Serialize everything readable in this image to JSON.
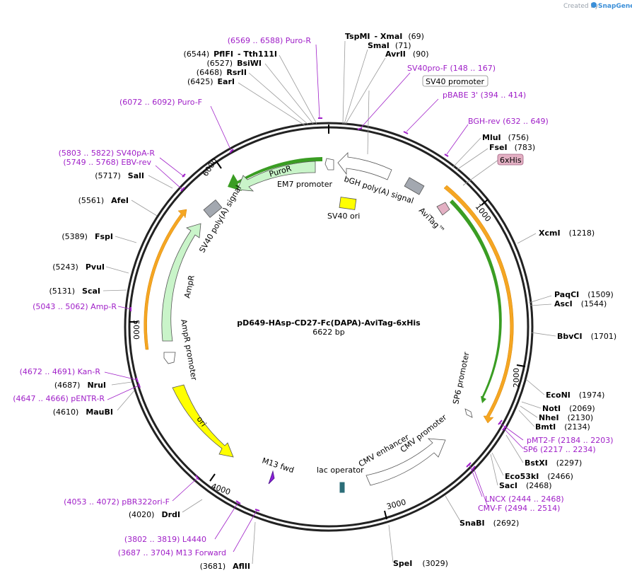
{
  "header": {
    "watermark_prefix": "Created by",
    "watermark_brand": "SnapGene"
  },
  "plasmid": {
    "name": "pD649-HAsp-CD27-Fc(DAPA)-AviTag-6xHis",
    "size": "6622 bp"
  },
  "ticks": [
    "1000",
    "2000",
    "3000",
    "4000",
    "5000",
    "6000"
  ],
  "enzymes": [
    {
      "pre": "",
      "name": "TspMI",
      "mid": "- XmaI",
      "pos": "(69)"
    },
    {
      "pre": "",
      "name": "SmaI",
      "mid": "",
      "pos": "(71)"
    },
    {
      "pre": "",
      "name": "AvrII",
      "mid": "",
      "pos": "(90)"
    },
    {
      "pre": "(6544)",
      "name": "PflFI",
      "mid": "- Tth111I",
      "pos": ""
    },
    {
      "pre": "(6527)",
      "name": "BsiWI",
      "mid": "",
      "pos": ""
    },
    {
      "pre": "(6468)",
      "name": "RsrII",
      "mid": "",
      "pos": ""
    },
    {
      "pre": "(6425)",
      "name": "EarI",
      "mid": "",
      "pos": ""
    },
    {
      "pre": "",
      "name": "MluI",
      "mid": "",
      "pos": "(756)"
    },
    {
      "pre": "",
      "name": "FseI",
      "mid": "",
      "pos": "(783)"
    },
    {
      "pre": "",
      "name": "XcmI",
      "mid": "",
      "pos": "(1218)"
    },
    {
      "pre": "",
      "name": "PaqCI",
      "mid": "",
      "pos": "(1509)"
    },
    {
      "pre": "",
      "name": "AscI",
      "mid": "",
      "pos": "(1544)"
    },
    {
      "pre": "",
      "name": "BbvCI",
      "mid": "",
      "pos": "(1701)"
    },
    {
      "pre": "",
      "name": "EcoNI",
      "mid": "",
      "pos": "(1974)"
    },
    {
      "pre": "",
      "name": "NotI",
      "mid": "",
      "pos": "(2069)"
    },
    {
      "pre": "",
      "name": "NheI",
      "mid": "",
      "pos": "(2130)"
    },
    {
      "pre": "",
      "name": "BmtI",
      "mid": "",
      "pos": "(2134)"
    },
    {
      "pre": "",
      "name": "BstXI",
      "mid": "",
      "pos": "(2297)"
    },
    {
      "pre": "",
      "name": "Eco53kI",
      "mid": "",
      "pos": "(2466)"
    },
    {
      "pre": "",
      "name": "SacI",
      "mid": "",
      "pos": "(2468)"
    },
    {
      "pre": "",
      "name": "SnaBI",
      "mid": "",
      "pos": "(2692)"
    },
    {
      "pre": "",
      "name": "SpeI",
      "mid": "",
      "pos": "(3029)"
    },
    {
      "pre": "(3681)",
      "name": "AflII",
      "mid": "",
      "pos": ""
    },
    {
      "pre": "(4020)",
      "name": "DrdI",
      "mid": "",
      "pos": ""
    },
    {
      "pre": "(4610)",
      "name": "MauBI",
      "mid": "",
      "pos": ""
    },
    {
      "pre": "(4687)",
      "name": "NruI",
      "mid": "",
      "pos": ""
    },
    {
      "pre": "(5131)",
      "name": "ScaI",
      "mid": "",
      "pos": ""
    },
    {
      "pre": "(5243)",
      "name": "PvuI",
      "mid": "",
      "pos": ""
    },
    {
      "pre": "(5389)",
      "name": "FspI",
      "mid": "",
      "pos": ""
    },
    {
      "pre": "(5561)",
      "name": "AfeI",
      "mid": "",
      "pos": ""
    },
    {
      "pre": "(5717)",
      "name": "SalI",
      "mid": "",
      "pos": ""
    }
  ],
  "primers": [
    {
      "text": "(6569 .. 6588)  Puro-R"
    },
    {
      "text": "SV40pro-F    (148 .. 167)"
    },
    {
      "text": "pBABE 3'    (394 .. 414)"
    },
    {
      "text": "(6072 .. 6092)  Puro-F"
    },
    {
      "text": "BGH-rev    (632 .. 649)"
    },
    {
      "text": "(5803 .. 5822)  SV40pA-R"
    },
    {
      "text": "(5749 .. 5768)  EBV-rev"
    },
    {
      "text": "(5043 .. 5062)  Amp-R"
    },
    {
      "text": "(4672 .. 4691)  Kan-R"
    },
    {
      "text": "(4647 .. 4666)  pENTR-R"
    },
    {
      "text": "pMT2-F    (2184 .. 2203)"
    },
    {
      "text": "SP6    (2217 .. 2234)"
    },
    {
      "text": "LNCX    (2444 .. 2468)"
    },
    {
      "text": "CMV-F    (2494 .. 2514)"
    },
    {
      "text": "(4053 .. 4072)  pBR322ori-F"
    },
    {
      "text": "(3802 .. 3819)  L4440"
    },
    {
      "text": "(3687 .. 3704)  M13 Forward"
    }
  ],
  "boxed_labels": {
    "sv40_promoter": "SV40 promoter",
    "sixhis": "6xHis"
  },
  "features": {
    "puror": "PuroR",
    "em7": "EM7 promoter",
    "bgh_polya": "bGH poly(A) signal",
    "sv40_polya": "SV40 poly(A) signal",
    "sv40_ori": "SV40 ori",
    "avitag": "AviTag™",
    "ampr": "AmpR",
    "ampr_promoter": "AmpR promoter",
    "ori": "ori",
    "m13fwd": "M13 fwd",
    "lac_operator": "lac operator",
    "cmv_enhancer": "CMV enhancer",
    "cmv_promoter": "CMV promoter",
    "sp6_promoter": "SP6 promoter"
  },
  "colors": {
    "backbone": "#222222",
    "enzyme_line": "#9a9a9a",
    "primer": "#a020c8",
    "promoter_arrow": "#ffffff",
    "selection_marker": "#c9f4c9",
    "ori": "#ffff00",
    "orange_feature": "#f5a623",
    "green_gene": "#3a9d23",
    "polya_box": "#a3a8b0",
    "sixhis_box": "#e3b0c3",
    "m13_primer": "#8a20d8",
    "lac_box": "#2c6e78"
  }
}
